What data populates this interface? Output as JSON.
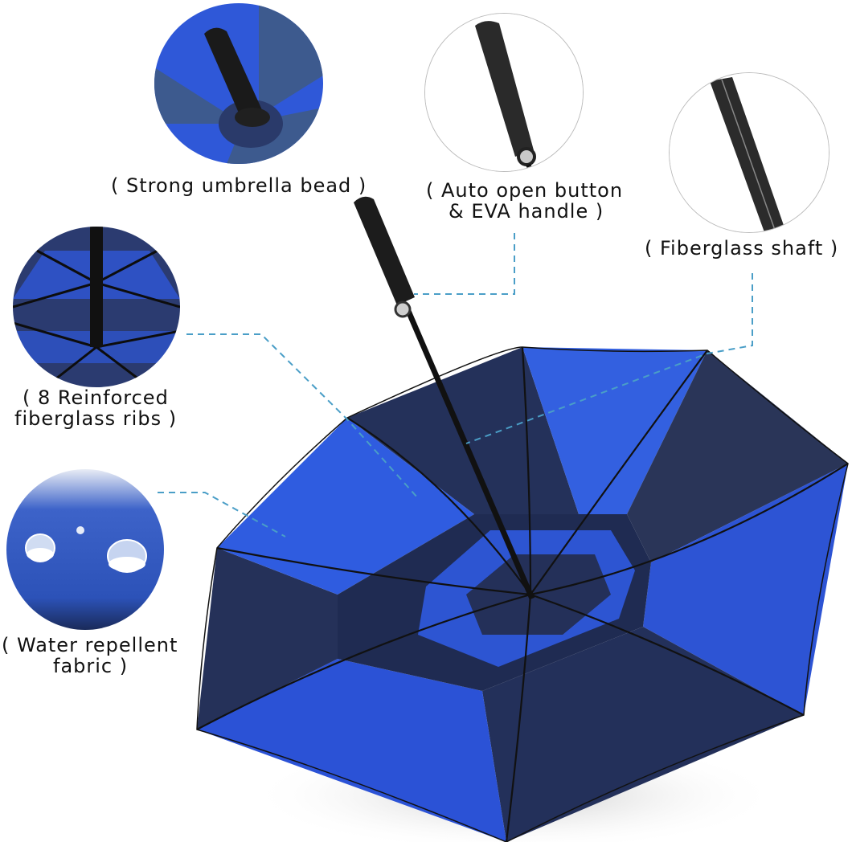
{
  "features": [
    {
      "id": "bead",
      "label": "( Strong umbrella bead )",
      "icon": "umbrella-bead-closeup"
    },
    {
      "id": "handle",
      "label_lines": [
        "( Auto open button",
        "& EVA handle )"
      ],
      "icon": "eva-handle-closeup"
    },
    {
      "id": "shaft",
      "label": "( Fiberglass shaft )",
      "icon": "fiberglass-shaft-closeup"
    },
    {
      "id": "ribs",
      "label_lines": [
        "( 8 Reinforced",
        "fiberglass ribs )"
      ],
      "icon": "ribs-closeup"
    },
    {
      "id": "fabric",
      "label_lines": [
        "( Water repellent",
        "fabric )"
      ],
      "icon": "water-droplets-closeup"
    }
  ],
  "colors": {
    "royal_blue": "#2f58d8",
    "navy": "#24315a",
    "leader_line": "#4a9ec7",
    "handle_black": "#1c1c1c",
    "background": "#ffffff"
  }
}
